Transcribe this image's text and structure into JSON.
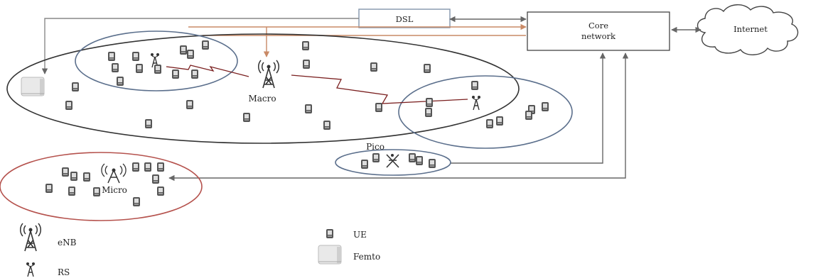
{
  "nodes": {
    "dsl": "DSL",
    "core_line1": "Core",
    "core_line2": "network",
    "internet": "Internet"
  },
  "cells": {
    "macro": "Macro",
    "pico": "Pico",
    "micro": "Micro"
  },
  "legend": {
    "enb": "eNB",
    "rs": "RS",
    "ue": "UE",
    "femto": "Femto"
  },
  "colors": {
    "macro_cell": "#333333",
    "small_cell": "#5b6f8c",
    "micro_cell": "#b5524d",
    "backhaul": "#777777",
    "dsl_link": "#c98a66",
    "wireless_link": "#7a1f1f",
    "ue": "#555555"
  },
  "icons": [
    "enb-tower-icon",
    "relay-station-icon",
    "ue-device-icon",
    "femto-box-icon",
    "cloud-icon"
  ]
}
